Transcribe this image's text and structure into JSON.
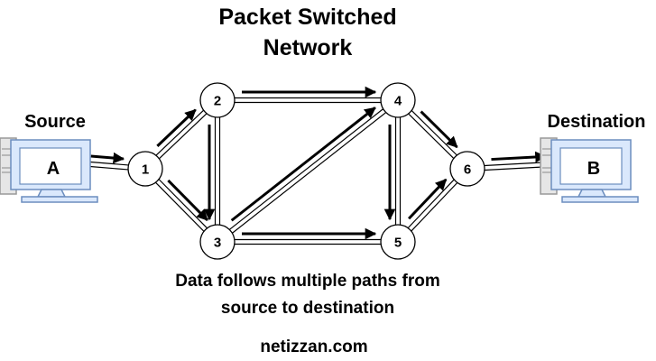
{
  "title": {
    "line1": "Packet Switched",
    "line2": "Network"
  },
  "source": {
    "label": "Source",
    "computer_label": "A",
    "icon": "desktop-computer-icon"
  },
  "destination": {
    "label": "Destination",
    "computer_label": "B",
    "icon": "desktop-computer-icon"
  },
  "nodes": [
    {
      "id": "1",
      "label": "1"
    },
    {
      "id": "2",
      "label": "2"
    },
    {
      "id": "3",
      "label": "3"
    },
    {
      "id": "4",
      "label": "4"
    },
    {
      "id": "5",
      "label": "5"
    },
    {
      "id": "6",
      "label": "6"
    }
  ],
  "links": [
    {
      "from": "A",
      "to": "1"
    },
    {
      "from": "1",
      "to": "2"
    },
    {
      "from": "1",
      "to": "3"
    },
    {
      "from": "2",
      "to": "4"
    },
    {
      "from": "2",
      "to": "3"
    },
    {
      "from": "3",
      "to": "4"
    },
    {
      "from": "3",
      "to": "5"
    },
    {
      "from": "4",
      "to": "6"
    },
    {
      "from": "4",
      "to": "5"
    },
    {
      "from": "5",
      "to": "6"
    },
    {
      "from": "6",
      "to": "B"
    }
  ],
  "packet_flows": [
    {
      "from": "A",
      "to": "1"
    },
    {
      "from": "1",
      "to": "2"
    },
    {
      "from": "1",
      "to": "3"
    },
    {
      "from": "2",
      "to": "4"
    },
    {
      "from": "2",
      "to": "3"
    },
    {
      "from": "3",
      "to": "4"
    },
    {
      "from": "3",
      "to": "5"
    },
    {
      "from": "4",
      "to": "6"
    },
    {
      "from": "4",
      "to": "5"
    },
    {
      "from": "5",
      "to": "6"
    },
    {
      "from": "6",
      "to": "B"
    }
  ],
  "caption": {
    "line1": "Data follows multiple paths from",
    "line2": "source to destination"
  },
  "footer": "netizzan.com",
  "colors": {
    "monitor_fill": "#dae8fc",
    "monitor_stroke": "#6c8ebf",
    "tower_fill": "#e6e6e6",
    "tower_stroke": "#999999",
    "line": "#000000",
    "node_fill": "#ffffff"
  }
}
